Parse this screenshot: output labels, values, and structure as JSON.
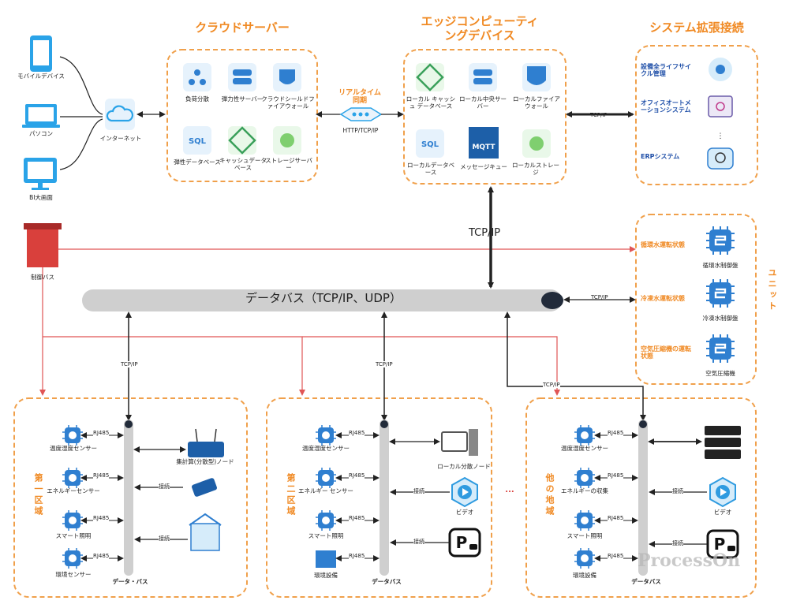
{
  "colors": {
    "accent": "#f08a24",
    "box_border": "#f0a04b",
    "blue": "#2f7fd0",
    "red_line": "#e05555",
    "bus_gray": "#cfcfcf"
  },
  "devices": {
    "mobile": "モバイルデバイス",
    "pc": "パソコン",
    "bigscreen": "BI大画面",
    "internet": "インターネット"
  },
  "cloud": {
    "title": "クラウドサーバー",
    "items": [
      "負荷分散",
      "弾力性サーバー",
      "クラウドシールドファイアウォール",
      "弾性データベース",
      "キャッシュデータベース",
      "ストレージサーバー"
    ]
  },
  "sync": {
    "label": "リアルタイム同期",
    "protocol": "HTTP/TCP/IP"
  },
  "edge": {
    "title": "エッジコンピューティングデバイス",
    "items": [
      "ローカル キャッシュ データベース",
      "ローカル中央サーバー",
      "ローカルファイアウォール",
      "ローカルデータベース",
      "メッセージキュー",
      "ローカルストレージ"
    ],
    "mqtt": "MQTT"
  },
  "extension": {
    "title": "システム拡張接続",
    "items": [
      "設備全ライフサイクル管理",
      "オフィスオートメーションシステム",
      "ERPシステム"
    ],
    "dots": "⋮"
  },
  "tcp": "TCP/IP",
  "tcp_big": "TCP/IP",
  "control_bus": "制御バス",
  "data_bus": "データバス（TCP/IP、UDP）",
  "units": {
    "side_label": "ユニット",
    "items": [
      {
        "status": "循環水運転状態",
        "name": "循環水制御盤"
      },
      {
        "status": "冷凍水運転状態",
        "name": "冷凍水制御盤"
      },
      {
        "status": "空気圧縮機の運転状態",
        "name": "空気圧縮機"
      }
    ]
  },
  "rj485": "RJ485",
  "connect": "接続",
  "areas": [
    {
      "label": "第一区域",
      "bus": "データ・バス",
      "sensors": [
        "温度湿度センサー",
        "エネルギーセンサー",
        "スマート照明",
        "環境センサー"
      ],
      "node": "集計算(分散型)ノード"
    },
    {
      "label": "第二区域",
      "bus": "データバス",
      "sensors": [
        "温度湿度センサー",
        "エネルギー センサー",
        "スマート照明",
        "環境設備"
      ],
      "node": "ローカル分散ノード",
      "video": "ビデオ"
    },
    {
      "label": "他の地域",
      "bus": "データバス",
      "sensors": [
        "温度湿度センサー",
        "エネルギーの収集",
        "スマート照明",
        "環境設備"
      ],
      "video": "ビデオ"
    }
  ],
  "ellipsis": "...",
  "watermark": "ProcessOn"
}
